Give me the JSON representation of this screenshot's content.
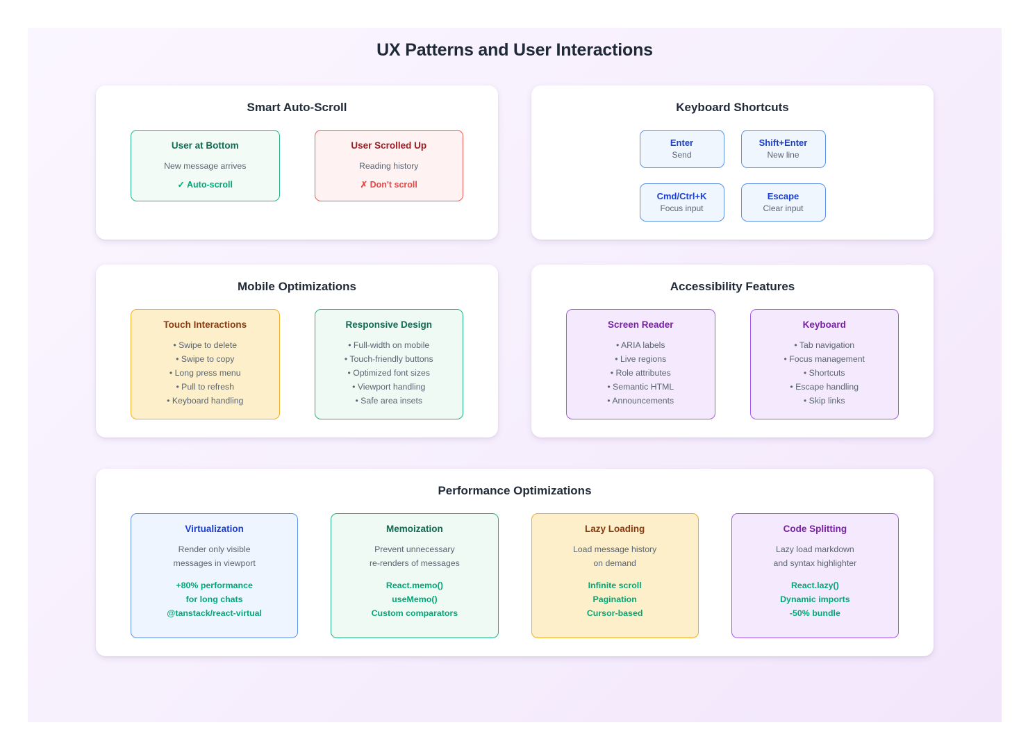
{
  "page": {
    "title": "UX Patterns and User Interactions",
    "accent_purple": "#a259e6",
    "accent_blue": "#1a3fd0",
    "accent_green": "#00a878",
    "accent_red": "#ef4444",
    "accent_amber": "#eeac28"
  },
  "cards": {
    "auto_scroll": {
      "title": "Smart Auto-Scroll",
      "boxes": [
        {
          "title": "User at Bottom",
          "lines": [
            "New message arrives"
          ],
          "accent": "✓ Auto-scroll",
          "variant": "green"
        },
        {
          "title": "User Scrolled Up",
          "lines": [
            "Reading history"
          ],
          "accent": "✗ Don't scroll",
          "variant": "red"
        }
      ]
    },
    "keyboard_shortcuts": {
      "title": "Keyboard Shortcuts",
      "keys": [
        {
          "combo": "Enter",
          "desc": "Send"
        },
        {
          "combo": "Shift+Enter",
          "desc": "New line"
        },
        {
          "combo": "Cmd/Ctrl+K",
          "desc": "Focus input"
        },
        {
          "combo": "Escape",
          "desc": "Clear input"
        }
      ]
    },
    "mobile": {
      "title": "Mobile Optimizations",
      "boxes": [
        {
          "title": "Touch Interactions",
          "variant": "amber",
          "lines": [
            "• Swipe to delete",
            "• Swipe to copy",
            "• Long press menu",
            "• Pull to refresh",
            "• Keyboard handling"
          ]
        },
        {
          "title": "Responsive Design",
          "variant": "mint",
          "lines": [
            "• Full-width on mobile",
            "• Touch-friendly buttons",
            "• Optimized font sizes",
            "• Viewport handling",
            "• Safe area insets"
          ]
        }
      ]
    },
    "accessibility": {
      "title": "Accessibility Features",
      "boxes": [
        {
          "title": "Screen Reader",
          "variant": "purple",
          "lines": [
            "• ARIA labels",
            "• Live regions",
            "• Role attributes",
            "• Semantic HTML",
            "• Announcements"
          ]
        },
        {
          "title": "Keyboard",
          "variant": "purple",
          "lines": [
            "• Tab navigation",
            "• Focus management",
            "• Shortcuts",
            "• Escape handling",
            "• Skip links"
          ]
        }
      ]
    },
    "performance": {
      "title": "Performance Optimizations",
      "boxes": [
        {
          "title": "Virtualization",
          "variant": "blue",
          "desc": [
            "Render only visible",
            "messages in viewport"
          ],
          "metrics": [
            "+80% performance",
            "for long chats",
            "@tanstack/react-virtual"
          ]
        },
        {
          "title": "Memoization",
          "variant": "mint",
          "desc": [
            "Prevent unnecessary",
            "re-renders of messages"
          ],
          "metrics": [
            "React.memo()",
            "useMemo()",
            "Custom comparators"
          ]
        },
        {
          "title": "Lazy Loading",
          "variant": "amber",
          "desc": [
            "Load message history",
            "on demand"
          ],
          "metrics": [
            "Infinite scroll",
            "Pagination",
            "Cursor-based"
          ]
        },
        {
          "title": "Code Splitting",
          "variant": "purple",
          "desc": [
            "Lazy load markdown",
            "and syntax highlighter"
          ],
          "metrics": [
            "React.lazy()",
            "Dynamic imports",
            "-50% bundle"
          ]
        }
      ]
    }
  }
}
